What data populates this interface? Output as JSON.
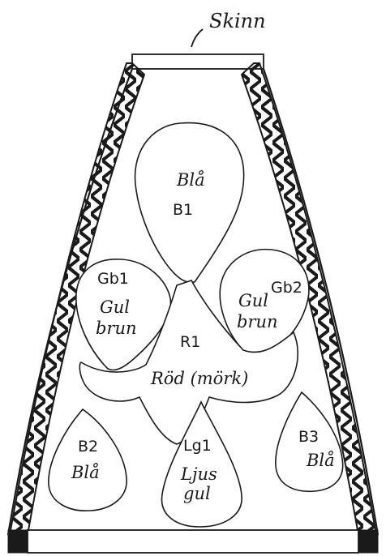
{
  "skin_label": "Skinn",
  "pieces": [
    {
      "id": "b1",
      "code": "B1",
      "color": "Blå"
    },
    {
      "id": "gb1",
      "code": "Gb1",
      "color_lines": [
        "Gul",
        "brun"
      ]
    },
    {
      "id": "gb2",
      "code": "Gb2",
      "color_lines": [
        "Gul",
        "brun"
      ]
    },
    {
      "id": "r1",
      "code": "R1",
      "color": "Röd (mörk)"
    },
    {
      "id": "b2",
      "code": "B2",
      "color": "Blå"
    },
    {
      "id": "lg1",
      "code": "Lg1",
      "color_lines": [
        "Ljus",
        "gul"
      ]
    },
    {
      "id": "b3",
      "code": "B3",
      "color": "Blå"
    }
  ]
}
